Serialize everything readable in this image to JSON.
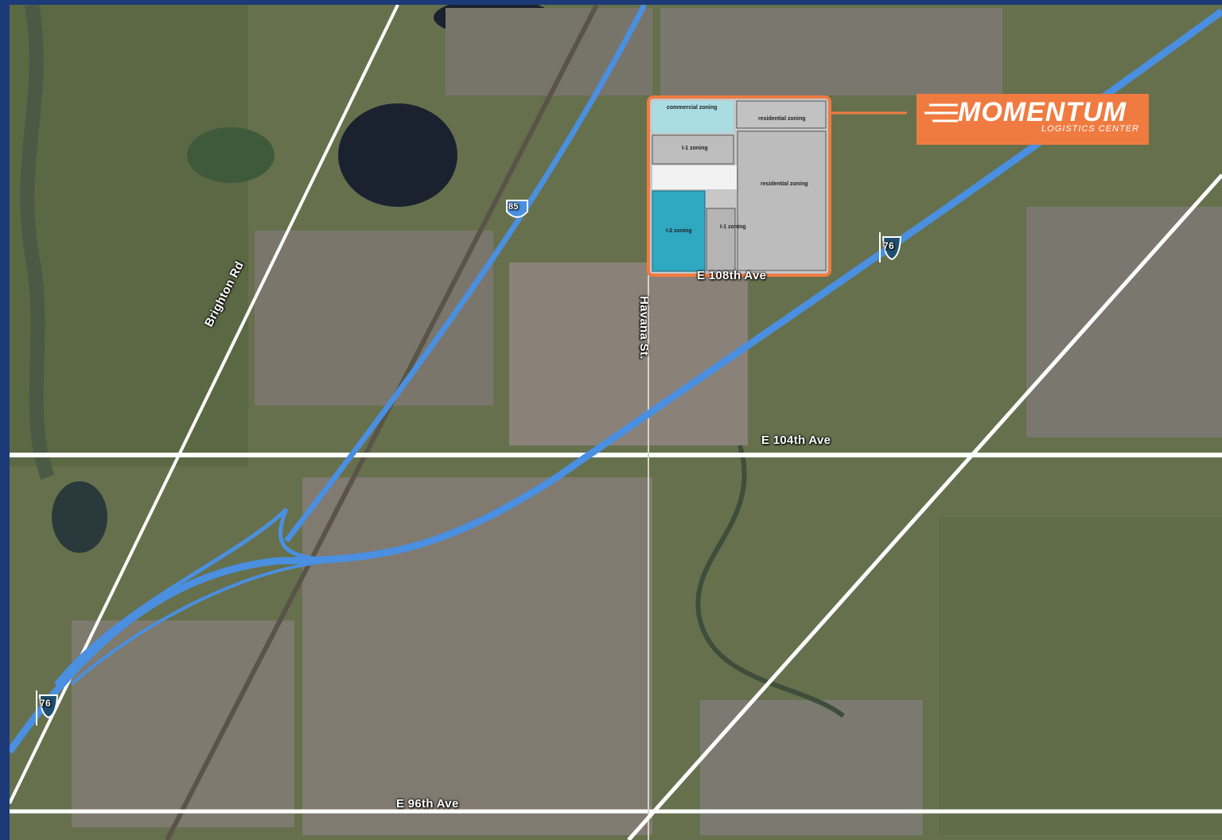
{
  "brand": {
    "name": "MOMENTUM",
    "tagline": "LOGISTICS CENTER",
    "accent_color": "#f07b41"
  },
  "highways": [
    {
      "id": "i76-north",
      "shield": "76",
      "color": "#4a8fe0"
    },
    {
      "id": "us85",
      "shield": "85",
      "color": "#4a8fe0"
    },
    {
      "id": "i76-south",
      "shield": "76",
      "color": "#4a8fe0"
    }
  ],
  "roads": {
    "brighton": "Brighton Rd",
    "havana": "Havana St.",
    "e108": "E 108th Ave",
    "e104": "E 104th Ave",
    "e96": "E 96th Ave"
  },
  "site": {
    "border_color": "#f07b41",
    "zones": {
      "commercial": "commercial zoning",
      "residential_top": "residential zoning",
      "i1_top": "I-1 zoning",
      "residential_main": "residential zoning",
      "i2": "I-2 zoning",
      "i1_small": "I-1 zoning"
    }
  }
}
